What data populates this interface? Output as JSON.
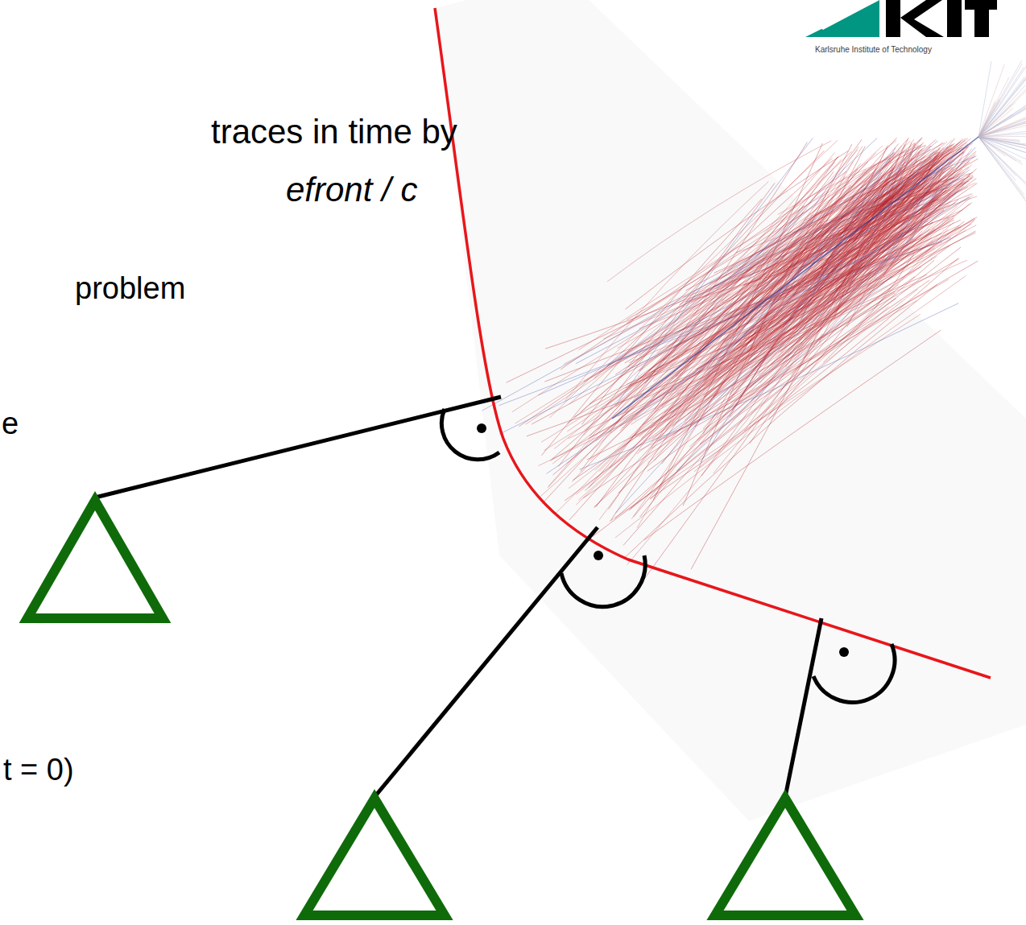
{
  "diagram": {
    "labels": [
      "traces in time by",
      "efront / c",
      "problem",
      "e",
      "t = 0)",
      "Karlsruhe Institute of Technology"
    ]
  }
}
